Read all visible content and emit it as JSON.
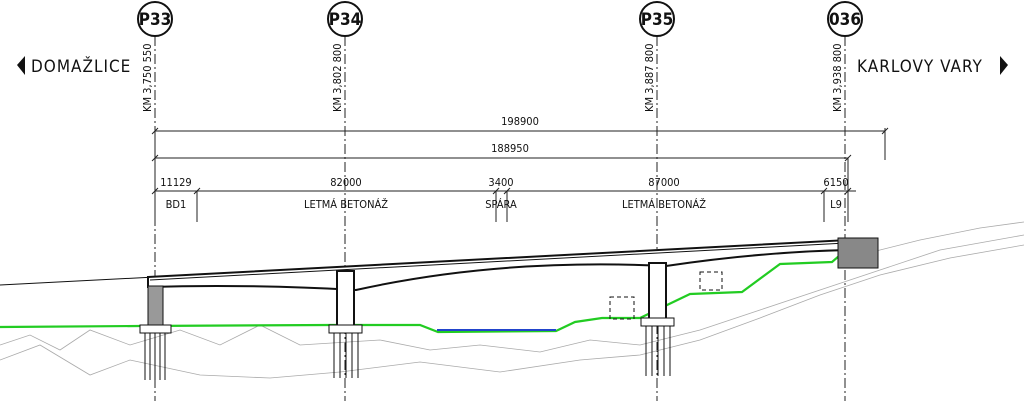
{
  "directions": {
    "left": "DOMAŽLICE",
    "right": "KARLOVY VARY"
  },
  "piers": [
    {
      "id": "P33",
      "km": "KM 3,750 550"
    },
    {
      "id": "P34",
      "km": "KM 3,802 800"
    },
    {
      "id": "P35",
      "km": "KM 3,887 800"
    },
    {
      "id": "036",
      "km": "KM 3,938 800"
    }
  ],
  "dimensions": {
    "total": "198900",
    "deck": "188950",
    "segments": [
      {
        "value": "11129",
        "label": "BD1"
      },
      {
        "value": "82000",
        "label": "LETMÁ BETONÁŽ"
      },
      {
        "value": "3400",
        "label": "SPÁRA"
      },
      {
        "value": "87000",
        "label": "LETMÁ BETONÁŽ"
      },
      {
        "value": "6150",
        "label": "L9"
      }
    ]
  },
  "colors": {
    "terrain": "#22cc22",
    "water": "#2244cc",
    "structure": "#111111"
  }
}
